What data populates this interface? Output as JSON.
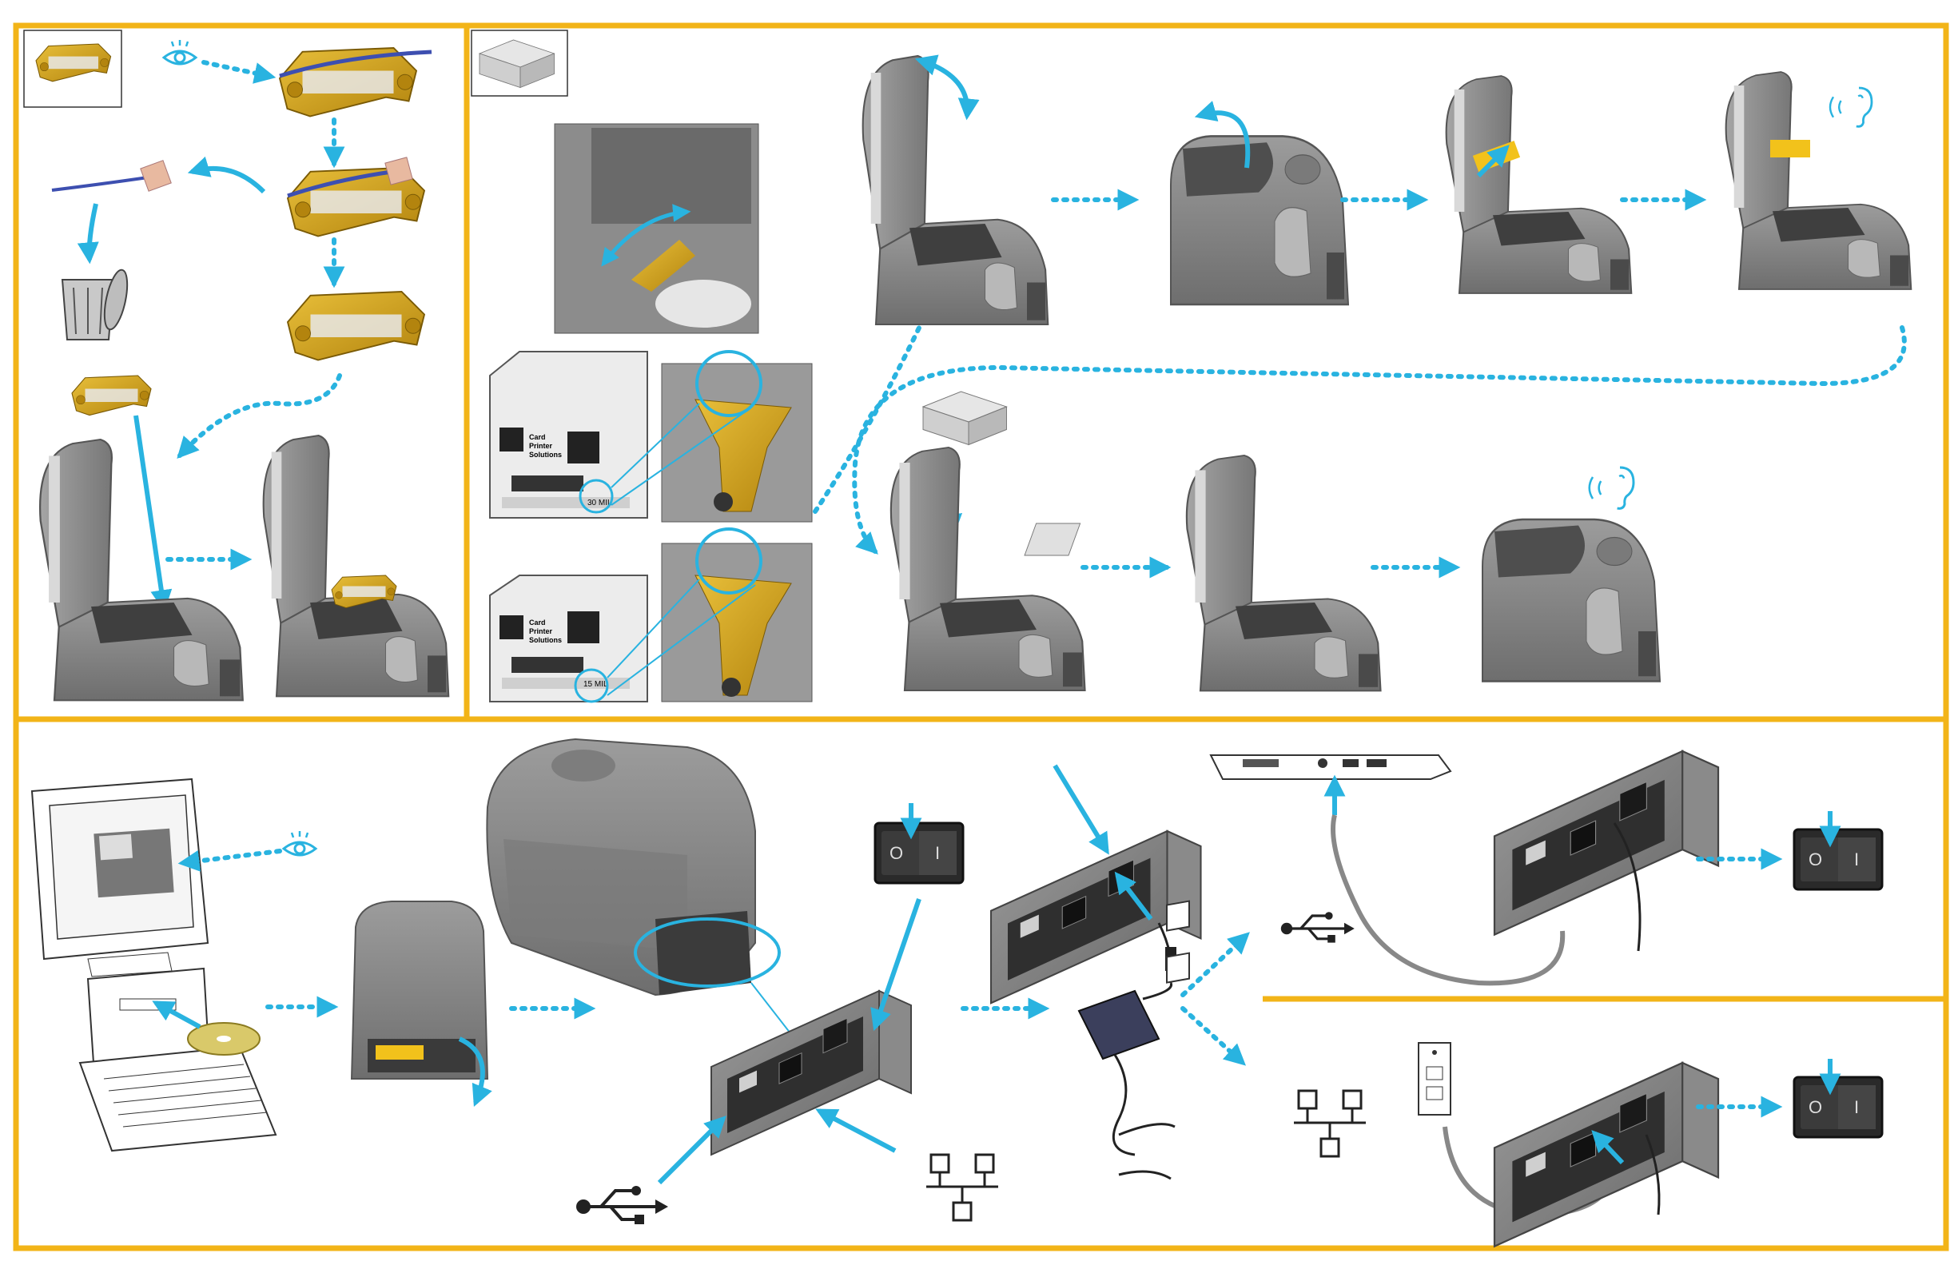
{
  "colors": {
    "frame": "#F2B418",
    "arrow": "#29B3E0",
    "printer_body": "#8E8E8E",
    "printer_dark": "#5C5C5C",
    "ribbon_gold": "#D4A21C",
    "ribbon_blue": "#3D4FB0",
    "switch_body": "#2E2E2E"
  },
  "labels": {
    "card_line1": "Card",
    "card_line2": "Printer",
    "card_line3": "Solutions",
    "thickness_30": "30 MIL",
    "thickness_15": "15 MIL",
    "switch_off": "O",
    "switch_on": "I"
  },
  "icons": [
    "eye-icon",
    "ear-icon",
    "usb-icon",
    "network-icon",
    "trash-icon",
    "ribbon-cartridge-icon",
    "card-stack-icon",
    "monitor-icon",
    "cd-icon",
    "power-switch-icon",
    "wall-outlet-icon",
    "laptop-icon"
  ]
}
